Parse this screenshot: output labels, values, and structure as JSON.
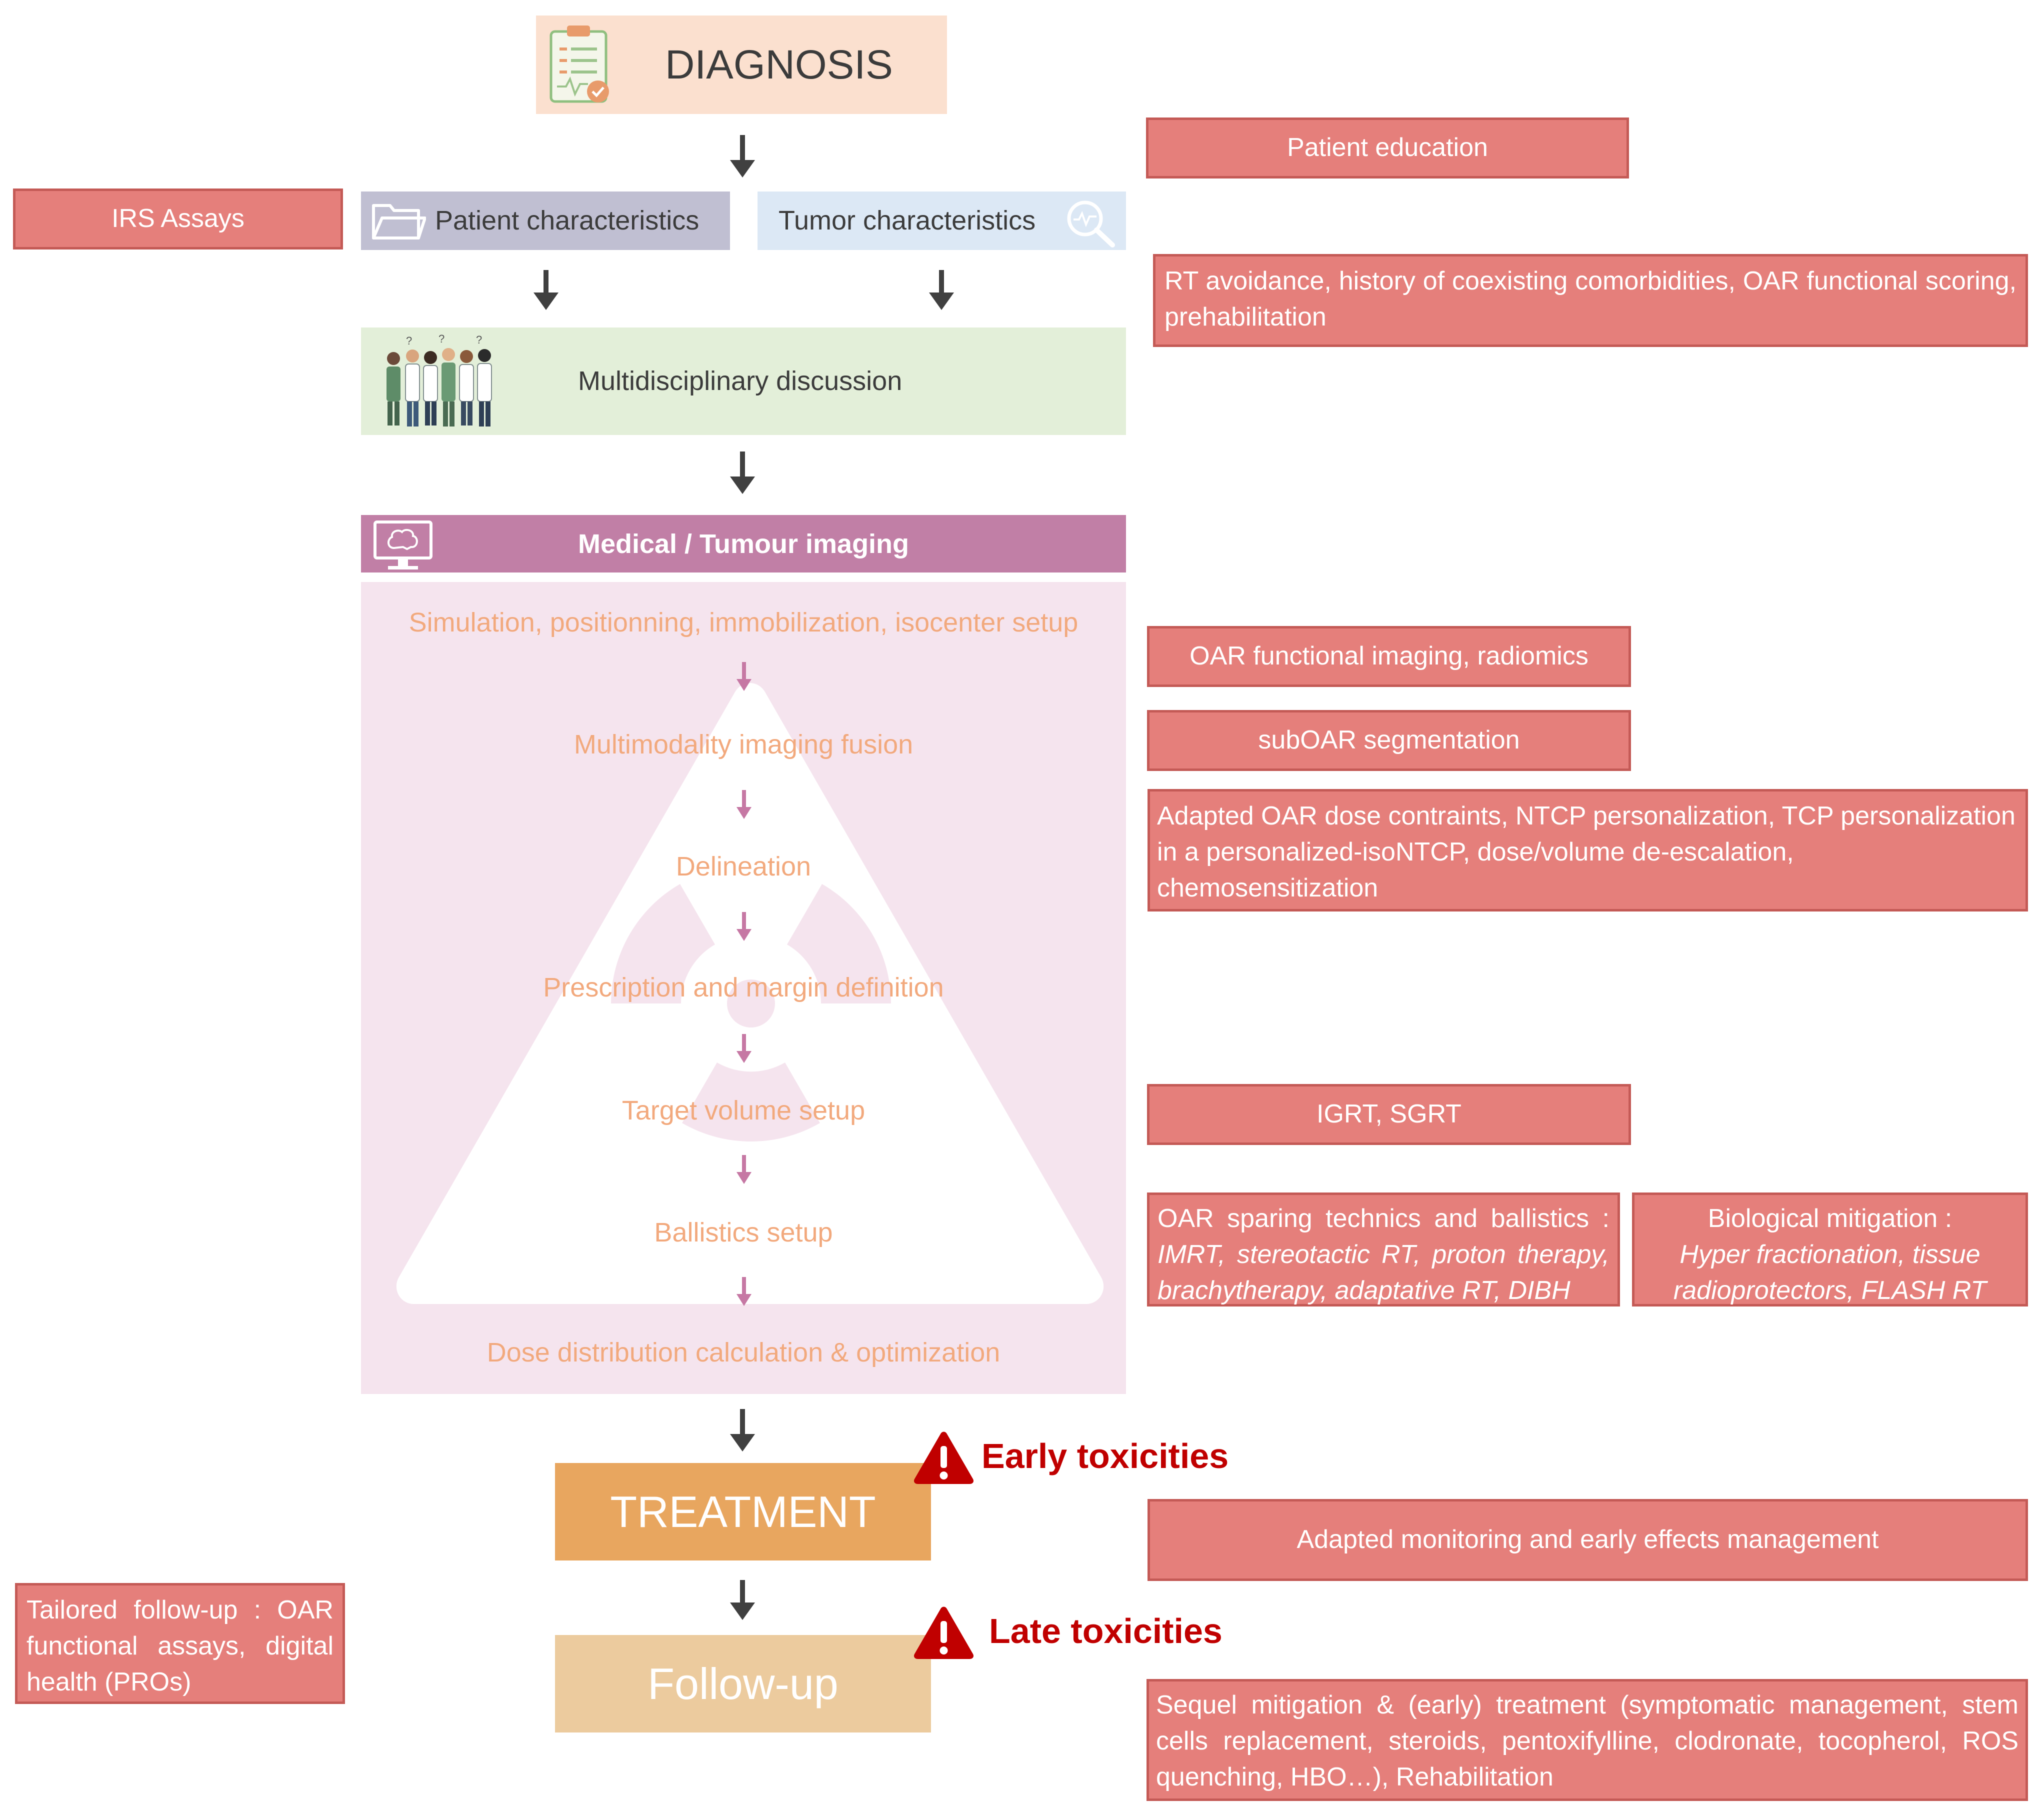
{
  "diagnosis": {
    "label": "DIAGNOSIS",
    "icon": "clipboard-icon"
  },
  "patient_characteristics": {
    "label": "Patient characteristics",
    "icon": "folder-icon"
  },
  "tumor_characteristics": {
    "label": "Tumor characteristics",
    "icon": "magnifier-icon"
  },
  "mdt": {
    "label": "Multidisciplinary discussion",
    "icon": "medical-team-icon"
  },
  "imaging": {
    "label": "Medical / Tumour imaging",
    "icon": "brain-monitor-icon"
  },
  "planning_steps": [
    "Simulation, positionning, immobilization, isocenter setup",
    "Multimodality imaging fusion",
    "Delineation",
    "Prescription and margin definition",
    "Target volume setup",
    "Ballistics setup",
    "Dose distribution calculation & optimization"
  ],
  "treatment": {
    "label": "TREATMENT"
  },
  "followup": {
    "label": "Follow-up"
  },
  "warnings": {
    "early": "Early toxicities",
    "late": "Late toxicities",
    "icon": "warning-icon"
  },
  "side_boxes": {
    "irs_assays": "IRS Assays",
    "patient_education": "Patient education",
    "rt_avoidance": "RT avoidance, history of coexisting comorbidities, OAR functional scoring, prehabilitation",
    "oar_imaging": "OAR functional imaging, radiomics",
    "suboar": "subOAR segmentation",
    "adapted_dose": "Adapted OAR dose contraints, NTCP personalization, TCP personalization in a personalized-isoNTCP, dose/volume de-escalation, chemosensitization",
    "igrt": "IGRT, SGRT",
    "oar_sparing_title": "OAR sparing technics and ballistics :",
    "oar_sparing_items": "IMRT, stereotactic RT, proton therapy, brachytherapy, adaptative RT, DIBH",
    "bio_title": "Biological mitigation :",
    "bio_items": "Hyper fractionation, tissue radioprotectors, FLASH RT",
    "adapted_monitoring": "Adapted monitoring  and early effects management",
    "tailored_followup": "Tailored follow-up : OAR functional assays, digital health (PROs)",
    "sequel": "Sequel mitigation & (early) treatment (symptomatic management, stem cells replacement, steroids, pentoxifylline, clodronate, tocopherol, ROS quenching, HBO…), Rehabilitation"
  },
  "colors": {
    "red_box": "#e57f7b",
    "diagnosis_bg": "#fbe0cf",
    "patient_bg": "#c0bfd2",
    "tumor_bg": "#dce8f5",
    "mdt_bg": "#e3efd9",
    "imaging_bg": "#c17fa6",
    "planning_bg": "#f5e4ee",
    "treatment_bg": "#e8a65f",
    "followup_bg": "#eccb9e",
    "warning": "#c00000",
    "step_text": "#f2a97d"
  }
}
